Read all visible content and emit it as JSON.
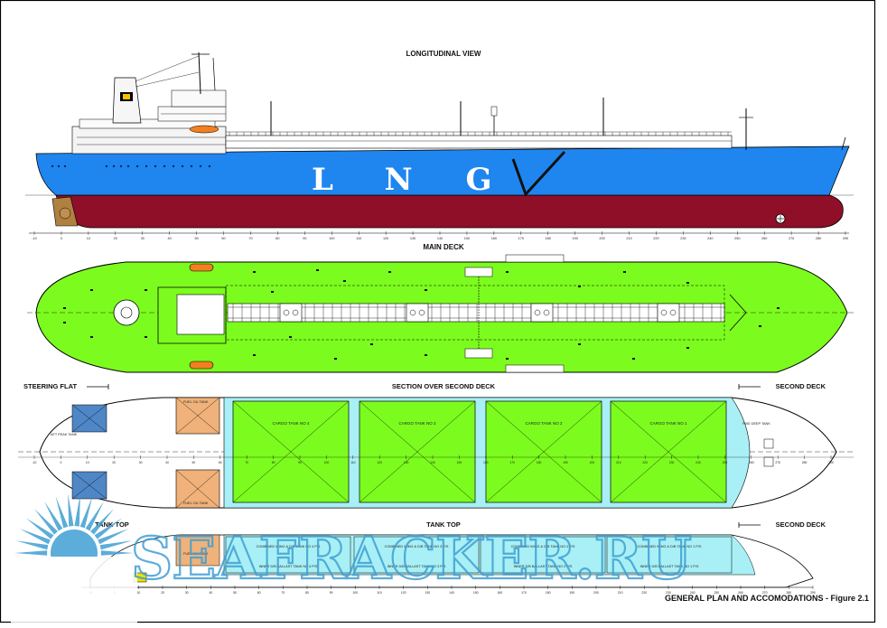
{
  "titles": {
    "longitudinal": "LONGITUDINAL VIEW",
    "main_deck": "MAIN DECK",
    "steering_flat": "STEERING FLAT",
    "section_second_deck": "SECTION OVER SECOND DECK",
    "second_deck_1": "SECOND DECK",
    "tank_top_left": "TANK TOP",
    "tank_top_center": "TANK TOP",
    "second_deck_2": "SECOND DECK",
    "figure_caption": "GENERAL PLAN AND ACCOMODATIONS - Figure 2.1"
  },
  "hull_text": [
    "L",
    "N",
    "G"
  ],
  "cargo_tanks": [
    "CARGO TANK NO 4",
    "CARGO TANK NO 3",
    "CARGO TANK NO 2",
    "CARGO TANK NO 1"
  ],
  "tank_top_labels": [
    "COMBINED WING & D/B TANK NO 4 P/S",
    "COMBINED WING & D/B TANK NO 3 P/S",
    "COMBINED WING & D/B TANK NO 2 P/S",
    "COMBINED WING & D/B TANK NO 1 P/S"
  ],
  "inner_ballast_labels": [
    "INNER D/B BALLAST TANK NO 4 P/S",
    "INNER D/B BALLAST TANK NO 3 P/S",
    "INNER D/B BALLAST TANK NO 2 P/S",
    "INNER D/B BALLAST TANK NO 1 P/S"
  ],
  "fuel_oil_tank": "FUEL OIL TANK",
  "aft_peak_tank": "AFT PEAK TANK",
  "fwd_deep_tank": "FWD DEEP TANK",
  "watermark": "SEAFRACKER.RU",
  "frame_numbers": [
    "-10",
    "0",
    "10",
    "20",
    "30",
    "40",
    "50",
    "60",
    "70",
    "80",
    "90",
    "100",
    "110",
    "120",
    "130",
    "140",
    "150",
    "160",
    "170",
    "180",
    "190",
    "200",
    "210",
    "220",
    "230",
    "240",
    "250",
    "260",
    "270",
    "280",
    "290"
  ],
  "colors": {
    "hull_blue": "#1f86f0",
    "hull_red": "#8e0f27",
    "deck_green": "#7cfc1e",
    "tank_cyan": "#a8f0f5",
    "fuel_tan": "#f0b27a",
    "ballast_blue": "#4f86c6",
    "watermark_blue": "#3f9fd3",
    "engine_orange": "#f08020"
  }
}
